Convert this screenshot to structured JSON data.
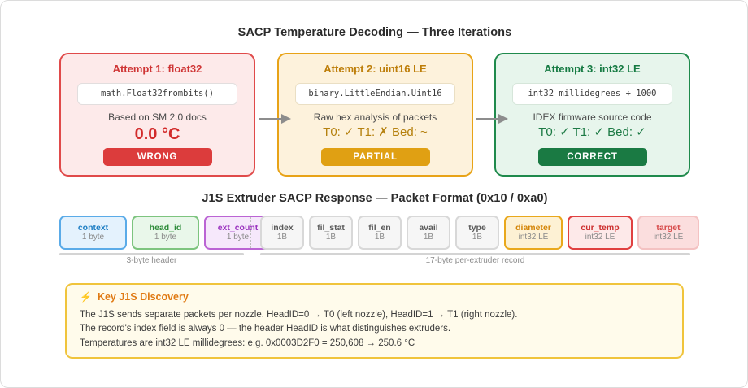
{
  "titles": {
    "main": "SACP Temperature Decoding — Three Iterations",
    "packet": "J1S Extruder SACP Response — Packet Format (0x10 / 0xa0)"
  },
  "colors": {
    "wrong": "#dc3c3c",
    "partial": "#e0a013",
    "correct": "#1a7a43",
    "note_border": "#f0c43c",
    "note_accent": "#e07a14",
    "arrow": "#8d8d8d"
  },
  "attempts": [
    {
      "title": "Attempt 1: float32",
      "code": "math.Float32frombits()",
      "source": "Based on SM 2.0 docs",
      "value": "0.0 °C",
      "badge": "WRONG"
    },
    {
      "title": "Attempt 2: uint16 LE",
      "code": "binary.LittleEndian.Uint16",
      "source": "Raw hex analysis of packets",
      "value": "T0: ✓ T1: ✗ Bed: ~",
      "badge": "PARTIAL"
    },
    {
      "title": "Attempt 3: int32 LE",
      "code": "int32 millidegrees ÷ 1000",
      "source": "IDEX firmware source code",
      "value": "T0: ✓ T1: ✓ Bed: ✓",
      "badge": "CORRECT"
    }
  ],
  "packet": {
    "header_group": {
      "label": "3-byte header",
      "fields": [
        {
          "name": "context",
          "size": "1 byte",
          "style": "bb-blue"
        },
        {
          "name": "head_id",
          "size": "1 byte",
          "style": "bb-green"
        },
        {
          "name": "ext_count",
          "size": "1 byte",
          "style": "bb-purple"
        }
      ]
    },
    "record_group": {
      "label": "17-byte per-extruder record",
      "fields": [
        {
          "name": "index",
          "size": "1B",
          "style": "bb-gray"
        },
        {
          "name": "fil_stat",
          "size": "1B",
          "style": "bb-gray"
        },
        {
          "name": "fil_en",
          "size": "1B",
          "style": "bb-gray"
        },
        {
          "name": "avail",
          "size": "1B",
          "style": "bb-gray"
        },
        {
          "name": "type",
          "size": "1B",
          "style": "bb-gray"
        },
        {
          "name": "diameter",
          "size": "int32 LE",
          "style": "bb-amber"
        },
        {
          "name": "cur_temp",
          "size": "int32 LE",
          "style": "bb-red"
        },
        {
          "name": "target",
          "size": "int32 LE",
          "style": "bb-pink"
        }
      ]
    }
  },
  "note": {
    "icon": "⚡",
    "title": "Key J1S Discovery",
    "lines": [
      "The J1S sends separate packets per nozzle. HeadID=0 → T0 (left nozzle), HeadID=1 → T1 (right nozzle).",
      "The record's index field is always 0 — the header HeadID is what distinguishes extruders.",
      "Temperatures are int32 LE millidegrees: e.g. 0x0003D2F0 = 250,608 → 250.6 °C"
    ]
  }
}
